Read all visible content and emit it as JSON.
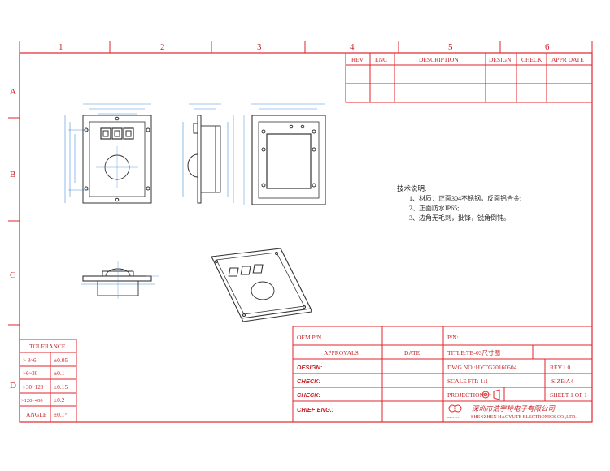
{
  "columns": [
    "1",
    "2",
    "3",
    "4",
    "5",
    "6"
  ],
  "rows": [
    "A",
    "B",
    "C",
    "D"
  ],
  "revision_table": {
    "headers": [
      "REV",
      "ENC",
      "DESCRIPTION",
      "DESIGN",
      "CHECK",
      "APPR DATE"
    ]
  },
  "tech_notes": {
    "title": "技术说明:",
    "lines": [
      "1、材质：正面304不锈钢，反面铝合金;",
      "2、正面防水IP65;",
      "3、边角无毛刺，批锋，锐角倒钝。"
    ]
  },
  "tolerance": {
    "title": "TOLERANCE",
    "rows": [
      {
        "range": "> 3~6",
        "value": "±0.05"
      },
      {
        "range": ">6~30",
        "value": "±0.1"
      },
      {
        "range": ">30~120",
        "value": "±0.15"
      },
      {
        "range": ">120~400",
        "value": "±0.2"
      },
      {
        "range": "ANGLE",
        "value": "±0.1°"
      }
    ]
  },
  "title_block": {
    "oem_pn": "OEM P/N",
    "pn": "P/N:",
    "approvals": "APPROVALS",
    "date": "DATE",
    "title": "TITLE:TB-03尺寸图",
    "design": "DESIGN:",
    "dwg_no": "DWG NO.:HYTG20160504",
    "rev": "REV.1.0",
    "check1": "CHECK:",
    "scale": "SCALE FIT: 1:1",
    "size": "SIZE:A4",
    "check2": "CHECK:",
    "projection": "PROJECTION",
    "sheet": "SHEET 1 OF 1",
    "chief_eng": "CHIEF ENG.:",
    "company_cn": "深圳市浩宇特电子有限公司",
    "company_en": "SHENZHEN HAOYUTE ELECTRONICS CO.,LTD.",
    "logo_text": "HAOYUTE"
  },
  "colors": {
    "frame": "#e0262b",
    "drawing": "#333333",
    "dimension": "#4a90d9"
  }
}
